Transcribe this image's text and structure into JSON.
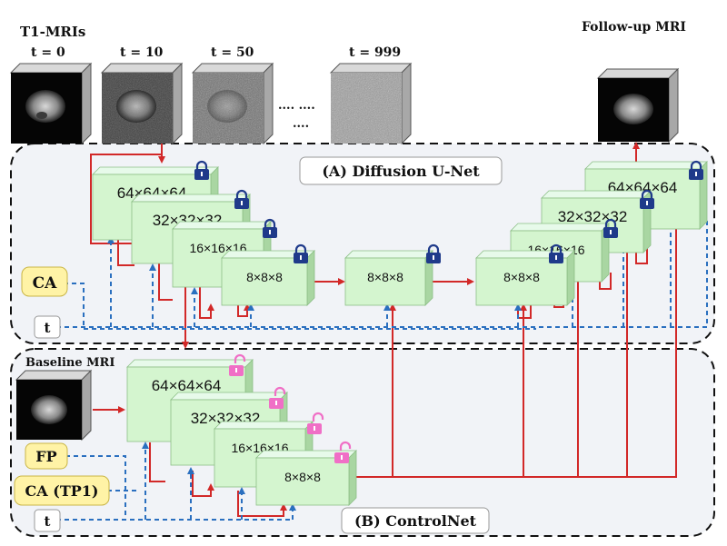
{
  "labels": {
    "t1_mris": "T1-MRIs",
    "follow_up": "Follow-up MRI",
    "baseline": "Baseline MRI",
    "t0": "t = 0",
    "t10": "t = 10",
    "t50": "t = 50",
    "t999": "t = 999",
    "dots1": "....  ....",
    "dots2": "....",
    "section_a": "(A) Diffusion U-Net",
    "section_b": "(B) ControlNet"
  },
  "inputs": {
    "ca": "CA",
    "t": "t",
    "fp": "FP",
    "ca_tp1": "CA (TP1)",
    "t_b": "t"
  },
  "unet_encoder": [
    "64×64×64",
    "32×32×32",
    "16×16×16",
    "8×8×8"
  ],
  "unet_bottleneck": "8×8×8",
  "unet_decoder": [
    "8×8×8",
    "16×16×16",
    "32×32×32",
    "64×64×64"
  ],
  "controlnet": [
    "64×64×64",
    "32×32×32",
    "16×16×16",
    "8×8×8"
  ],
  "colors": {
    "block_fill": "#d4f5cf",
    "block_side": "#a9d6a2",
    "red_arrow": "#d22828",
    "blue_arrow": "#2a6fbf",
    "lock_locked": "#1f3a8a",
    "lock_unlocked": "#f06fc6",
    "input_fill": "#fff3a6",
    "panel_fill": "#f1f3f7"
  }
}
